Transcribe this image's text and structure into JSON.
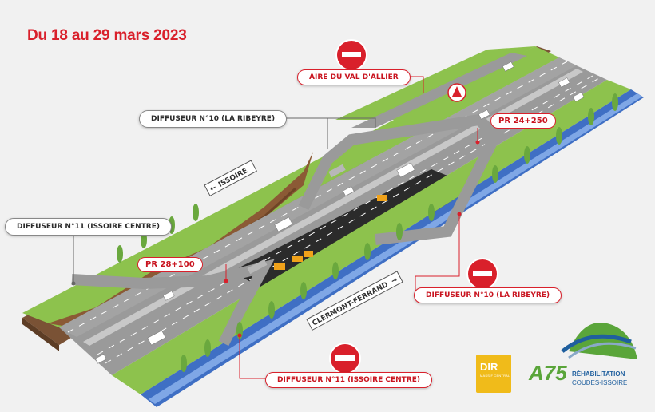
{
  "title": "Du 18 au 29 mars 2023",
  "callouts": {
    "aire": "AIRE DU VAL D'ALLIER",
    "diffuseur10_top": "DIFFUSEUR N°10 (LA RIBEYRE)",
    "diffuseur11_left": "DIFFUSEUR N°11 (ISSOIRE CENTRE)",
    "diffuseur10_right": "DIFFUSEUR N°10 (LA RIBEYRE)",
    "diffuseur11_bottom": "DIFFUSEUR N°11 (ISSOIRE CENTRE)"
  },
  "markers": {
    "pr_24": "PR 24+250",
    "pr_28": "PR 28+100"
  },
  "road_signs": {
    "issoire": "ISSOIRE",
    "clermont": "CLERMONT-FERRAND"
  },
  "logos": {
    "dir_name": "DIR",
    "dir_sub": "MASSIF CENTRAL",
    "a75_number": "A75",
    "a75_line1": "RÉHABILITATION",
    "a75_line2": "COUDES-ISSOIRE"
  },
  "colors": {
    "accent_red": "#d9202b",
    "grass": "#8dc24d",
    "road": "#8e8e8e",
    "river": "#3f6fc4",
    "asphalt_work": "#2b2b2b"
  }
}
